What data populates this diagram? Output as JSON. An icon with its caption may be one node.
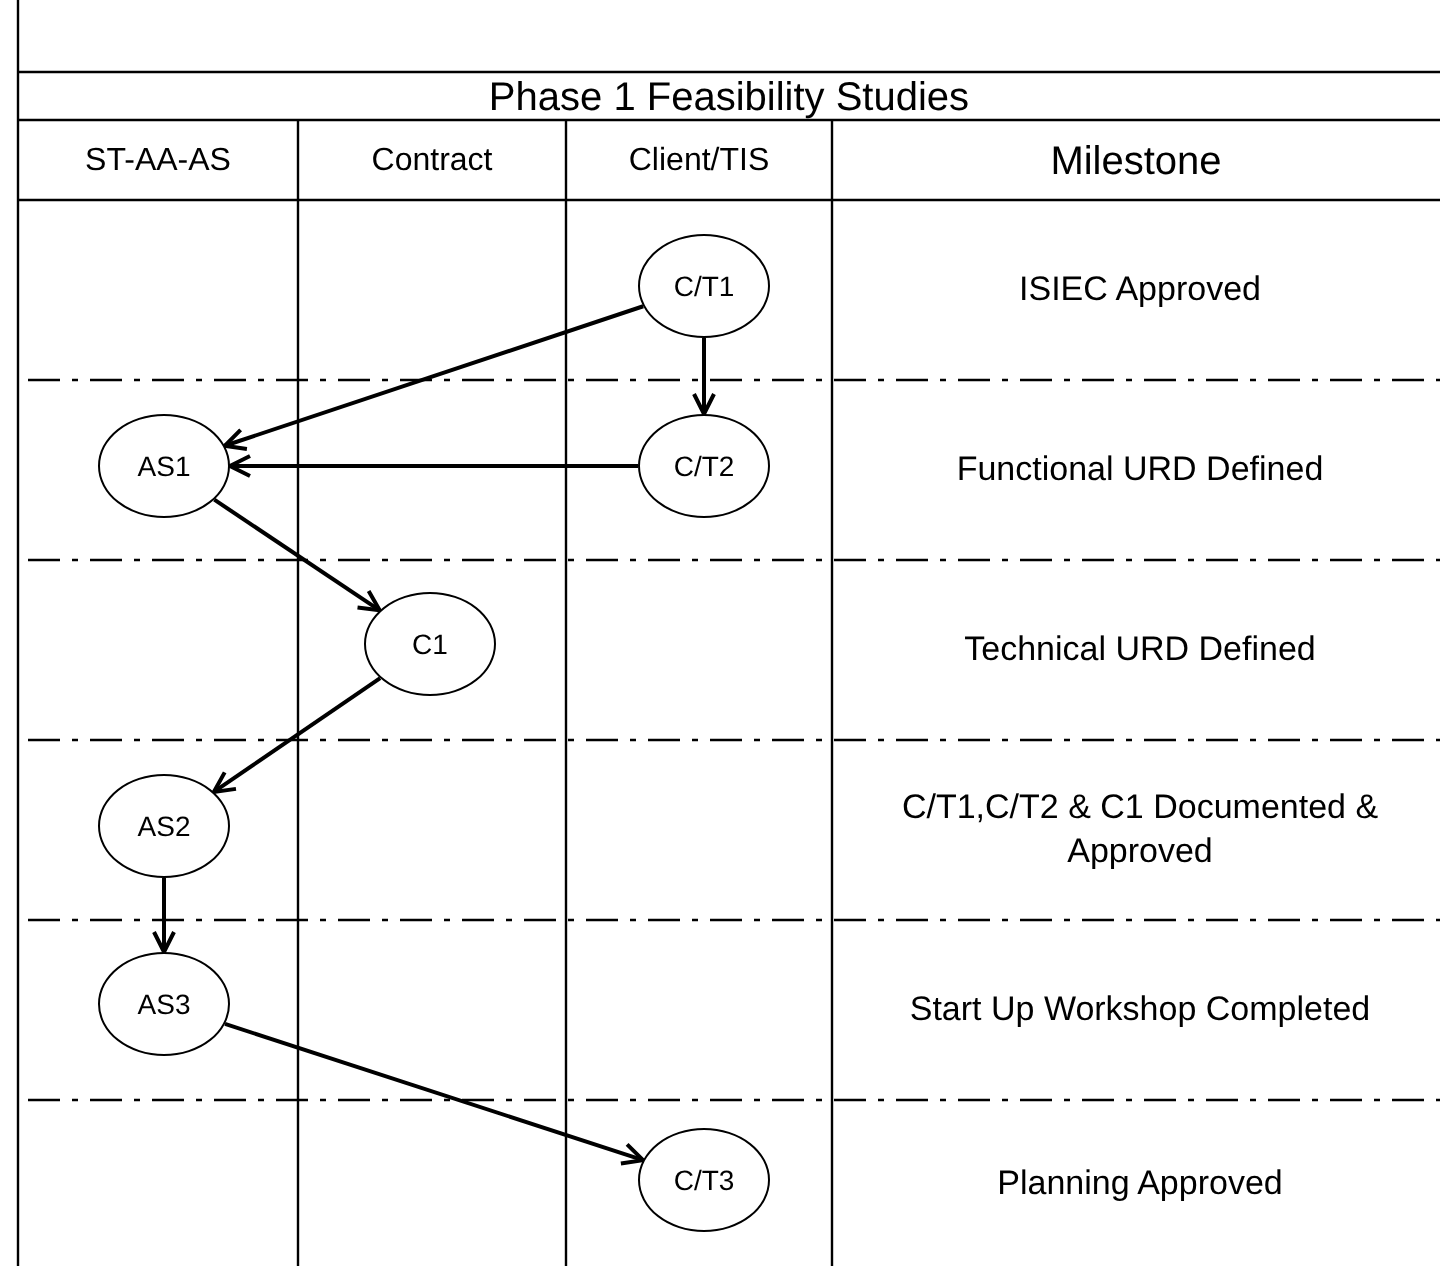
{
  "diagram": {
    "title": "Phase 1 Feasibility Studies",
    "nodes": [
      {
        "text": [
          "C/T1"
        ]
      },
      {
        "text": [
          "C/T2"
        ]
      },
      {
        "text": [
          "AS1"
        ]
      },
      {
        "text": [
          "C1"
        ]
      },
      {
        "text": [
          "AS2"
        ]
      },
      {
        "text": [
          "AS3"
        ]
      },
      {
        "text": [
          "C/T3"
        ]
      }
    ],
    "edges": [
      {
        "from": 0,
        "to": 2,
        "arrow": "to"
      },
      {
        "from": 0,
        "to": 1,
        "arrow": "to"
      },
      {
        "from": 1,
        "to": 2,
        "arrow": "to"
      },
      {
        "from": 2,
        "to": 3,
        "arrow": "to"
      },
      {
        "from": 3,
        "to": 4,
        "arrow": "to"
      },
      {
        "from": 4,
        "to": 5,
        "arrow": "to"
      },
      {
        "from": 5,
        "to": 6,
        "arrow": "to"
      }
    ],
    "labels": [
      "ST-AA-AS",
      "Contract",
      "Client/TIS",
      "Milestone",
      "ISIEC Approved",
      "Functional URD Defined",
      "Technical URD Defined",
      "C/T1,C/T2 & C1 Documented & Approved",
      "Start Up Workshop Completed",
      "Planning Approved"
    ]
  }
}
